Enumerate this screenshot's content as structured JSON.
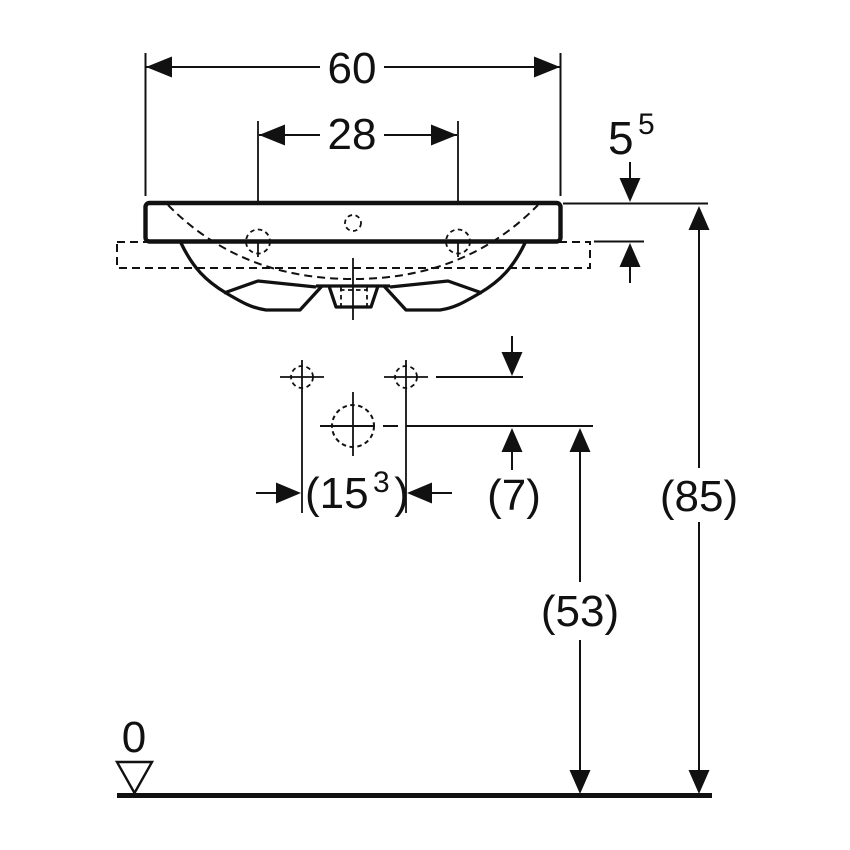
{
  "drawing": {
    "type": "washbasin-technical-dimension-drawing",
    "view": "front-elevation"
  },
  "colors": {
    "ink": "#111111",
    "background": "#ffffff"
  },
  "dims": {
    "overall_width": {
      "label": "60"
    },
    "tap_hole_spacing": {
      "label": "28"
    },
    "rim_thickness": {
      "base": "5",
      "sup": "5"
    },
    "fixing_hole_spacing": {
      "open": "(15",
      "sup": "3",
      "close": ")"
    },
    "outlet_offset": {
      "label": "(7)"
    },
    "outlet_height": {
      "label": "(53)"
    },
    "overall_height": {
      "label": "(85)"
    },
    "datum": {
      "label": "0"
    }
  }
}
